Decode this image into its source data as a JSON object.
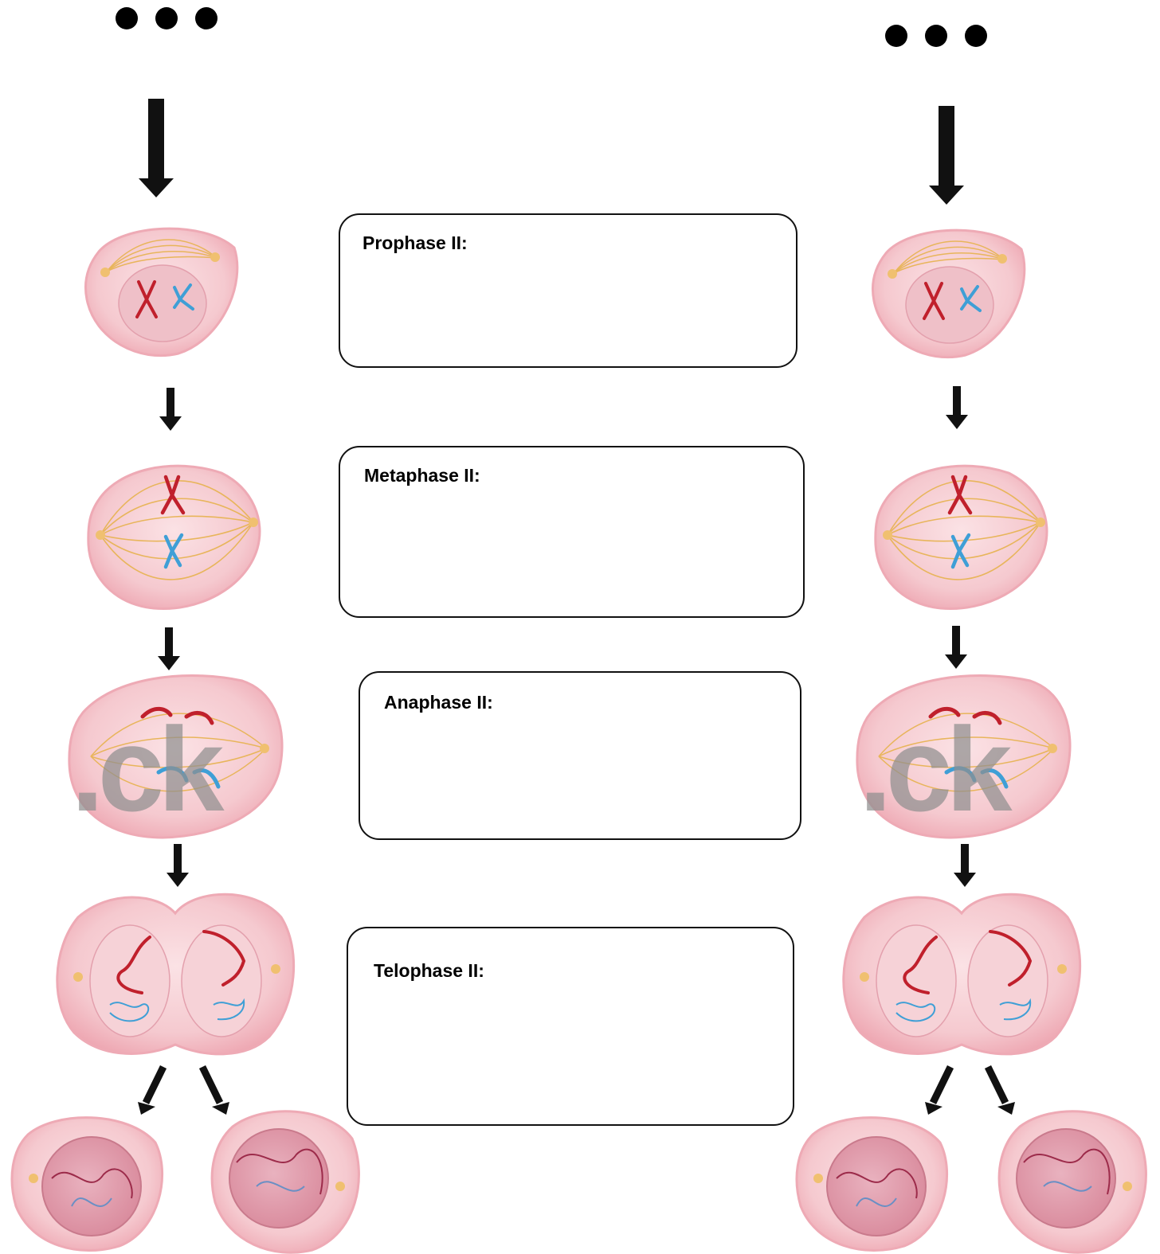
{
  "phases": [
    {
      "label": "Prophase II:"
    },
    {
      "label": "Metaphase II:"
    },
    {
      "label": "Anaphase II:"
    },
    {
      "label": "Telophase II:"
    }
  ],
  "watermark": ".ck",
  "colors": {
    "cell_fill": "#f4c6cc",
    "cell_edge": "#e79aa6",
    "nucleus": "#e6a7b4",
    "spindle": "#e8b55b",
    "chromosome_red": "#c0202c",
    "chromosome_blue": "#3f9fd6",
    "arrow": "#111111"
  }
}
